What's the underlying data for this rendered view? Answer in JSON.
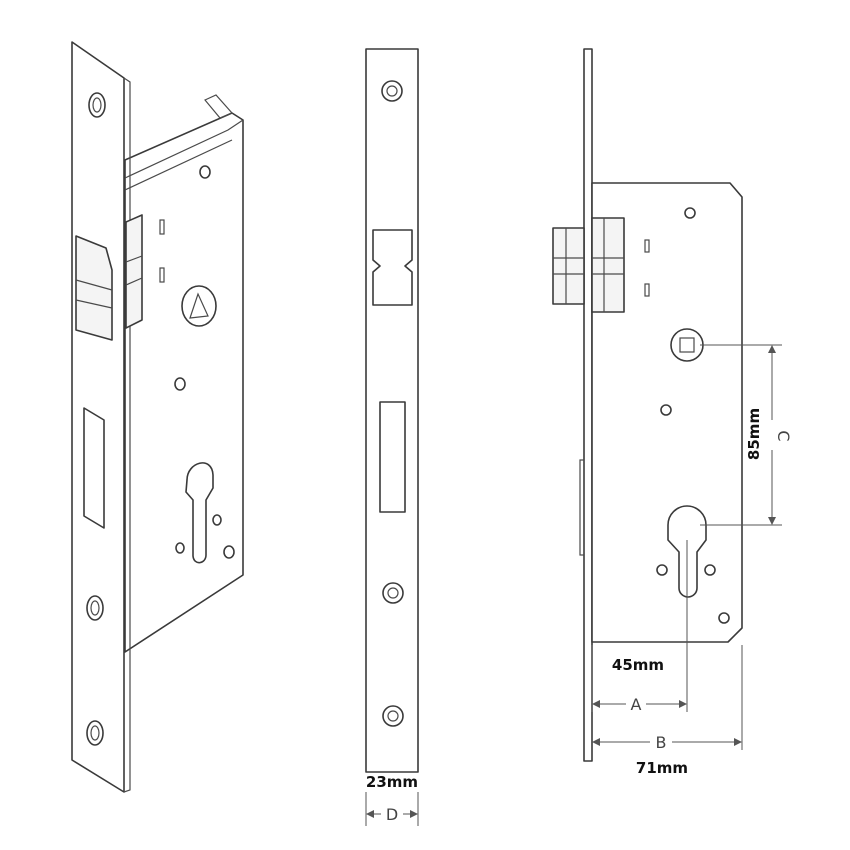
{
  "dimensions": {
    "a": {
      "letter": "A",
      "value": "45mm"
    },
    "b": {
      "letter": "B",
      "value": "71mm"
    },
    "c": {
      "letter": "C",
      "value": "85mm"
    },
    "d": {
      "letter": "D",
      "value": "23mm"
    }
  },
  "colors": {
    "line": "#3a3a3a",
    "dimension": "#555555",
    "background": "#ffffff"
  }
}
